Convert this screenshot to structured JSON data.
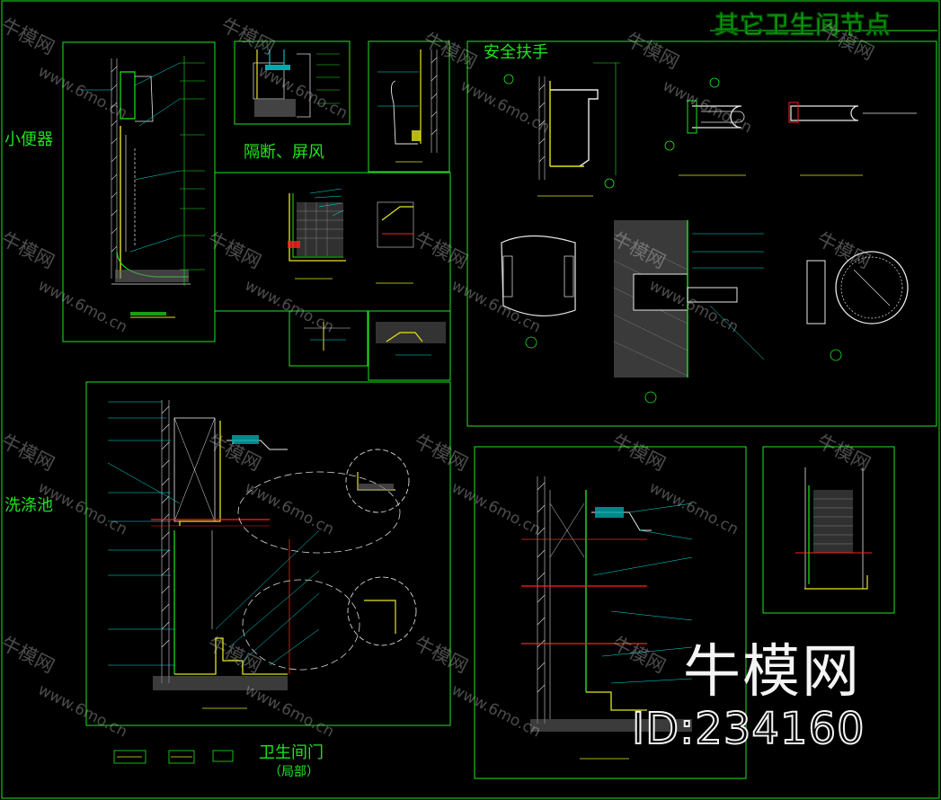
{
  "sheet": {
    "title": "其它卫生间节点"
  },
  "sections": {
    "urinal": "小便器",
    "partition": "隔断、屏风",
    "handrail": "安全扶手",
    "wash_basin": "洗涤池",
    "door": "卫生间门",
    "door_sub": "（局部）"
  },
  "watermark": {
    "logo": "牛模网",
    "id": "ID:234160",
    "tile_cn": "牛模网",
    "tile_url": "www.6mo.cn"
  },
  "colors": {
    "background": "#000000",
    "frame": "#1fe51f",
    "detail_line": "#e8e8e8",
    "cyan": "#00e5e5",
    "red": "#ff2020",
    "yellow": "#e5e51f"
  }
}
